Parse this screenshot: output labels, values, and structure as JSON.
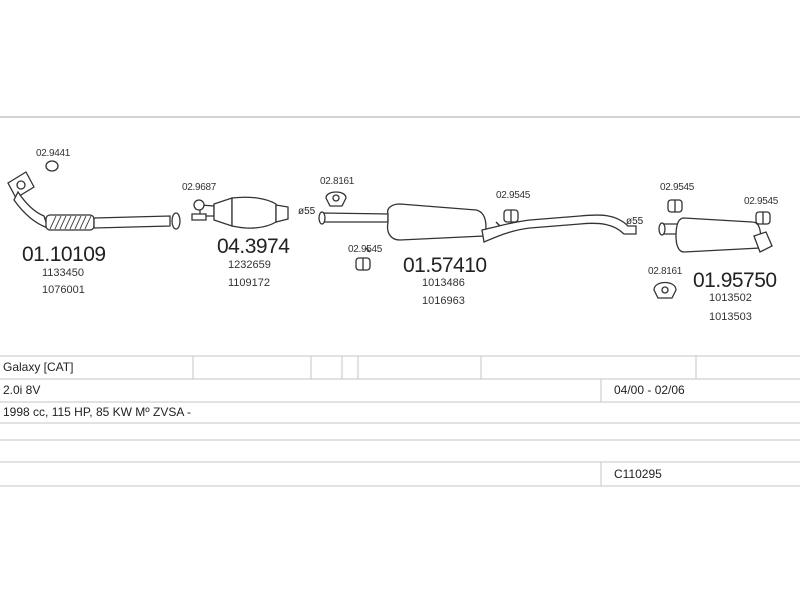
{
  "diagram": {
    "parts": [
      {
        "main": "01.10109",
        "refs": [
          "1133450",
          "1076001"
        ]
      },
      {
        "main": "04.3974",
        "refs": [
          "1232659",
          "1109172"
        ]
      },
      {
        "main": "01.57410",
        "refs": [
          "1013486",
          "1016963"
        ]
      },
      {
        "main": "01.95750",
        "refs": [
          "1013502",
          "1013503"
        ]
      }
    ],
    "accessories": {
      "a1": "02.9441",
      "a2": "02.9687",
      "a3": "02.8161",
      "a4": "02.9545",
      "a5": "02.9545",
      "a6": "02.9545",
      "a7": "02.9545",
      "a8": "02.8161"
    },
    "pipe_dims": [
      "ø55",
      "ø55"
    ]
  },
  "table": {
    "model": "Galaxy  [CAT]",
    "engine": "2.0i  8V",
    "years": "04/00 - 02/06",
    "specs": "1998 cc, 115 HP, 85 KW Mº ZVSA -",
    "code": "C110295"
  }
}
